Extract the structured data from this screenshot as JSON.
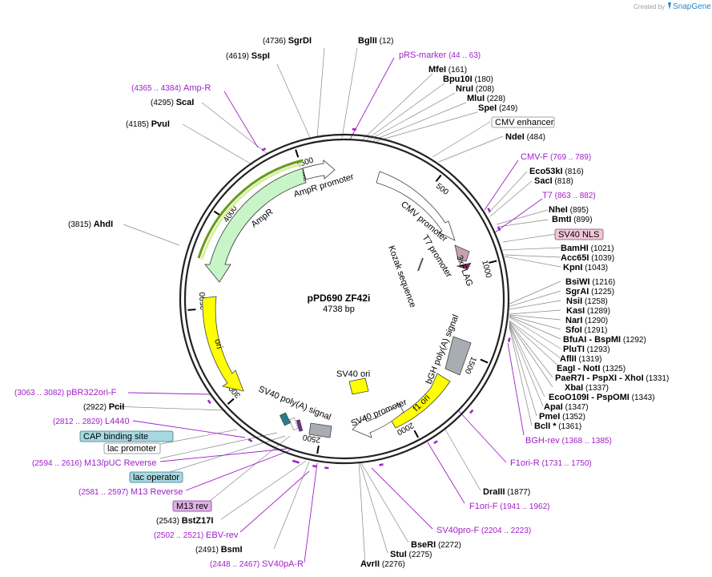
{
  "branding": {
    "created_by": "Created by",
    "product": "SnapGene",
    "logo_color": "#2a86c8"
  },
  "plasmid": {
    "name": "pPD690 ZF42i",
    "length_label": "4738 bp",
    "length": 4738
  },
  "ticks": [
    "500",
    "1000",
    "1500",
    "2000",
    "2500",
    "3000",
    "3500",
    "4000",
    "4500"
  ],
  "colors": {
    "primer": "#a020c8",
    "backbone": "#222222",
    "ampr": "#c8f5c8",
    "ori": "#ffff00",
    "f1ori": "#ffff00"
  },
  "enzymes_right": [
    {
      "name": "BglII",
      "pos": "(12)"
    },
    {
      "name": "MfeI",
      "pos": "(161)"
    },
    {
      "name": "Bpu10I",
      "pos": "(180)"
    },
    {
      "name": "NruI",
      "pos": "(208)"
    },
    {
      "name": "MluI",
      "pos": "(228)"
    },
    {
      "name": "SpeI",
      "pos": "(249)"
    },
    {
      "name": "NdeI",
      "pos": "(484)"
    },
    {
      "name": "Eco53kI",
      "pos": "(816)"
    },
    {
      "name": "SacI",
      "pos": "(818)"
    },
    {
      "name": "NheI",
      "pos": "(895)"
    },
    {
      "name": "BmtI",
      "pos": "(899)"
    },
    {
      "name": "BamHI",
      "pos": "(1021)"
    },
    {
      "name": "Acc65I",
      "pos": "(1039)"
    },
    {
      "name": "KpnI",
      "pos": "(1043)"
    },
    {
      "name": "BsiWI",
      "pos": "(1216)"
    },
    {
      "name": "SgrAI",
      "pos": "(1225)"
    },
    {
      "name": "NsiI",
      "pos": "(1258)"
    },
    {
      "name": "KasI",
      "pos": "(1289)"
    },
    {
      "name": "NarI",
      "pos": "(1290)"
    },
    {
      "name": "SfoI",
      "pos": "(1291)"
    },
    {
      "name": "BfuAI - BspMI",
      "pos": "(1292)"
    },
    {
      "name": "PluTI",
      "pos": "(1293)"
    },
    {
      "name": "AflII",
      "pos": "(1319)"
    },
    {
      "name": "EagI - NotI",
      "pos": "(1325)"
    },
    {
      "name": "PaeR7I - PspXI - XhoI",
      "pos": "(1331)"
    },
    {
      "name": "XbaI",
      "pos": "(1337)"
    },
    {
      "name": "EcoO109I - PspOMI",
      "pos": "(1343)"
    },
    {
      "name": "ApaI",
      "pos": "(1347)"
    },
    {
      "name": "PmeI",
      "pos": "(1352)"
    },
    {
      "name": "BclI *",
      "pos": "(1361)"
    },
    {
      "name": "DraIII",
      "pos": "(1877)"
    },
    {
      "name": "BseRI",
      "pos": "(2272)"
    },
    {
      "name": "StuI",
      "pos": "(2275)"
    },
    {
      "name": "AvrII",
      "pos": "(2276)"
    }
  ],
  "enzymes_left": [
    {
      "name": "SgrDI",
      "pos": "(4736)"
    },
    {
      "name": "SspI",
      "pos": "(4619)"
    },
    {
      "name": "ScaI",
      "pos": "(4295)"
    },
    {
      "name": "PvuI",
      "pos": "(4185)"
    },
    {
      "name": "AhdI",
      "pos": "(3815)"
    },
    {
      "name": "PciI",
      "pos": "(2922)"
    },
    {
      "name": "BstZ17I",
      "pos": "(2543)"
    },
    {
      "name": "BsmI",
      "pos": "(2491)"
    }
  ],
  "primers": [
    {
      "name": "pRS-marker",
      "pos": "(44 .. 63)"
    },
    {
      "name": "CMV-F",
      "pos": "(769 .. 789)"
    },
    {
      "name": "T7",
      "pos": "(863 .. 882)"
    },
    {
      "name": "BGH-rev",
      "pos": "(1368 .. 1385)"
    },
    {
      "name": "F1ori-R",
      "pos": "(1731 .. 1750)"
    },
    {
      "name": "F1ori-F",
      "pos": "(1941 .. 1962)"
    },
    {
      "name": "SV40pro-F",
      "pos": "(2204 .. 2223)"
    },
    {
      "name": "SV40pA-R",
      "pos": "(2448 .. 2467)"
    },
    {
      "name": "EBV-rev",
      "pos": "(2502 .. 2521)"
    },
    {
      "name": "M13 Reverse",
      "pos": "(2581 .. 2597)"
    },
    {
      "name": "M13/pUC Reverse",
      "pos": "(2594 .. 2616)"
    },
    {
      "name": "L4440",
      "pos": "(2812 .. 2829)"
    },
    {
      "name": "pBR322ori-F",
      "pos": "(3063 .. 3082)"
    },
    {
      "name": "Amp-R",
      "pos": "(4365 .. 4384)"
    }
  ],
  "boxed_features": [
    {
      "name": "CMV enhancer"
    },
    {
      "name": "SV40 NLS"
    },
    {
      "name": "CAP binding site"
    },
    {
      "name": "lac promoter"
    },
    {
      "name": "lac operator"
    },
    {
      "name": "M13 rev"
    }
  ],
  "inner_features": [
    {
      "name": "AmpR promoter"
    },
    {
      "name": "AmpR"
    },
    {
      "name": "ori"
    },
    {
      "name": "CMV promoter"
    },
    {
      "name": "T7 promoter"
    },
    {
      "name": "Kozak sequence"
    },
    {
      "name": "3xFLAG"
    },
    {
      "name": "bGH poly(A) signal"
    },
    {
      "name": "f1 ori"
    },
    {
      "name": "SV40 promoter"
    },
    {
      "name": "SV40 ori"
    },
    {
      "name": "SV40 poly(A) signal"
    }
  ]
}
